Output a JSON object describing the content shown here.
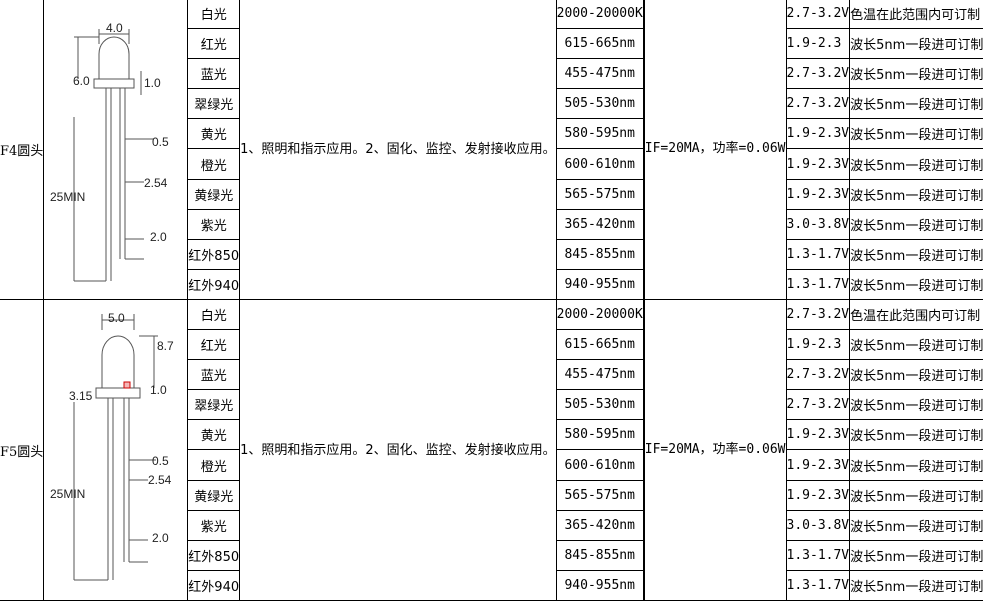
{
  "sections": [
    {
      "model": "F4圆头",
      "diagram": {
        "width": "4.0",
        "height": "6.0",
        "flange": "1.0",
        "lead_gap": "0.5",
        "pitch": "2.54",
        "lead_length": "25MIN",
        "lead_offset": "2.0"
      },
      "application": "1、照明和指示应用。2、固化、监控、发射接收应用。",
      "parameters": "IF=20MA，功率=0.06W",
      "rows": [
        {
          "color": "白光",
          "range": "2000-20000K",
          "swatch": "#efece6",
          "voltage": "2.7-3.2V",
          "note": "色温在此范围内可订制"
        },
        {
          "color": "红光",
          "range": "615-665nm",
          "swatch": "#ff0000",
          "voltage": "1.9-2.3",
          "note": "波长5nm一段进可订制"
        },
        {
          "color": "蓝光",
          "range": "455-475nm",
          "swatch": "#0070c0",
          "voltage": "2.7-3.2V",
          "note": "波长5nm一段进可订制"
        },
        {
          "color": "翠绿光",
          "range": "505-530nm",
          "swatch": "#00b050",
          "voltage": "2.7-3.2V",
          "note": "波长5nm一段进可订制"
        },
        {
          "color": "黄光",
          "range": "580-595nm",
          "swatch": "#ffff00",
          "voltage": "1.9-2.3V",
          "note": "波长5nm一段进可订制"
        },
        {
          "color": "橙光",
          "range": "600-610nm",
          "swatch": "#c00000",
          "voltage": "1.9-2.3V",
          "note": "波长5nm一段进可订制"
        },
        {
          "color": "黄绿光",
          "range": "565-575nm",
          "swatch": "#92d050",
          "voltage": "1.9-2.3V",
          "note": "波长5nm一段进可订制"
        },
        {
          "color": "紫光",
          "range": "365-420nm",
          "swatch": "#7030a0",
          "voltage": "3.0-3.8V",
          "note": "波长5nm一段进可订制"
        },
        {
          "color": "红外850",
          "range": "845-855nm",
          "swatch": "#ff00ff",
          "voltage": "1.3-1.7V",
          "note": "波长5nm一段进可订制"
        },
        {
          "color": "红外940",
          "range": "940-955nm",
          "swatch": "#ff00ff",
          "voltage": "1.3-1.7V",
          "note": "波长5nm一段进可订制"
        }
      ]
    },
    {
      "model": "F5圆头",
      "diagram": {
        "width": "5.0",
        "height": "8.7",
        "flange": "1.0",
        "rim": "3.15",
        "lead_gap": "0.5",
        "pitch": "2.54",
        "lead_length": "25MIN",
        "lead_offset": "2.0"
      },
      "application": "1、照明和指示应用。2、固化、监控、发射接收应用。",
      "parameters": "IF=20MA，功率=0.06W",
      "rows": [
        {
          "color": "白光",
          "range": "2000-20000K",
          "swatch": "#efece6",
          "voltage": "2.7-3.2V",
          "note": "色温在此范围内可订制"
        },
        {
          "color": "红光",
          "range": "615-665nm",
          "swatch": "#ff0000",
          "voltage": "1.9-2.3",
          "note": "波长5nm一段进可订制"
        },
        {
          "color": "蓝光",
          "range": "455-475nm",
          "swatch": "#0070c0",
          "voltage": "2.7-3.2V",
          "note": "波长5nm一段进可订制"
        },
        {
          "color": "翠绿光",
          "range": "505-530nm",
          "swatch": "#00b050",
          "voltage": "2.7-3.2V",
          "note": "波长5nm一段进可订制"
        },
        {
          "color": "黄光",
          "range": "580-595nm",
          "swatch": "#ffff00",
          "voltage": "1.9-2.3V",
          "note": "波长5nm一段进可订制"
        },
        {
          "color": "橙光",
          "range": "600-610nm",
          "swatch": "#c00000",
          "voltage": "1.9-2.3V",
          "note": "波长5nm一段进可订制"
        },
        {
          "color": "黄绿光",
          "range": "565-575nm",
          "swatch": "#92d050",
          "voltage": "1.9-2.3V",
          "note": "波长5nm一段进可订制"
        },
        {
          "color": "紫光",
          "range": "365-420nm",
          "swatch": "#7030a0",
          "voltage": "3.0-3.8V",
          "note": "波长5nm一段进可订制"
        },
        {
          "color": "红外850",
          "range": "845-855nm",
          "swatch": "#ff00ff",
          "voltage": "1.3-1.7V",
          "note": "波长5nm一段进可订制"
        },
        {
          "color": "红外940",
          "range": "940-955nm",
          "swatch": "#ff00ff",
          "voltage": "1.3-1.7V",
          "note": "波长5nm一段进可订制"
        }
      ]
    }
  ]
}
